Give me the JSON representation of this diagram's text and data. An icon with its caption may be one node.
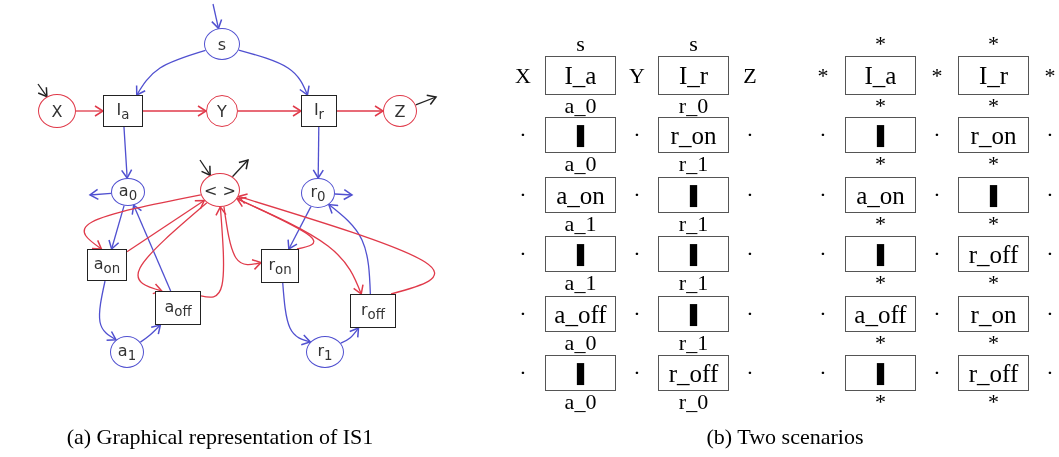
{
  "diagram": {
    "nodes": [
      {
        "text": [
          "s"
        ]
      },
      {
        "text": [
          "X"
        ]
      },
      {
        "text": [
          "I$_{a}$"
        ]
      },
      {
        "text": [
          "Y"
        ]
      },
      {
        "text": [
          "I$_{r}$"
        ]
      },
      {
        "text": [
          "Z"
        ]
      },
      {
        "text": [
          "a$_{0}$"
        ]
      },
      {
        "text": [
          "< >"
        ]
      },
      {
        "text": [
          "r$_{0}$"
        ]
      },
      {
        "text": [
          "a$_{on}$"
        ]
      },
      {
        "text": [
          "a$_{off}$"
        ]
      },
      {
        "text": [
          "r$_{on}$"
        ]
      },
      {
        "text": [
          "r$_{off}$"
        ]
      },
      {
        "text": [
          "a$_{1}$"
        ]
      },
      {
        "text": [
          "r$_{1}$"
        ]
      },
      {
        "text": [
          "I_a"
        ]
      },
      {
        "text": [
          "I_r"
        ]
      },
      {
        "text": [
          "❚"
        ]
      },
      {
        "text": [
          "r_on"
        ]
      },
      {
        "text": [
          "a_on"
        ]
      },
      {
        "text": [
          "❚"
        ]
      },
      {
        "text": [
          "❚"
        ]
      },
      {
        "text": [
          "❚"
        ]
      },
      {
        "text": [
          "a_off"
        ]
      },
      {
        "text": [
          "❚"
        ]
      },
      {
        "text": [
          "❚"
        ]
      },
      {
        "text": [
          "r_off"
        ]
      },
      {
        "text": [
          "I_a"
        ]
      },
      {
        "text": [
          "I_r"
        ]
      },
      {
        "text": [
          "❚"
        ]
      },
      {
        "text": [
          "r_on"
        ]
      },
      {
        "text": [
          "a_on"
        ]
      },
      {
        "text": [
          "❚"
        ]
      },
      {
        "text": [
          "❚"
        ]
      },
      {
        "text": [
          "r_off"
        ]
      },
      {
        "text": [
          "a_off"
        ]
      },
      {
        "text": [
          "r_on"
        ]
      },
      {
        "text": [
          "❚"
        ]
      },
      {
        "text": [
          "r_off"
        ]
      }
    ],
    "edges": [
      {
        "from": null,
        "to": 0,
        "arrow": "to"
      },
      {
        "from": 0,
        "to": 2,
        "arrow": "to"
      },
      {
        "from": 0,
        "to": 4,
        "arrow": "to"
      },
      {
        "from": null,
        "to": 1,
        "arrow": "to",
        "color": "#222222"
      },
      {
        "from": 1,
        "to": 2,
        "arrow": "to",
        "color": "#e03a4a"
      },
      {
        "from": 2,
        "to": 3,
        "arrow": "to",
        "color": "#e03a4a"
      },
      {
        "from": 3,
        "to": 4,
        "arrow": "to",
        "color": "#e03a4a"
      },
      {
        "from": 4,
        "to": 5,
        "arrow": "to",
        "color": "#e03a4a"
      },
      {
        "from": 5,
        "to": null,
        "arrow": "to",
        "color": "#222222"
      },
      {
        "from": 2,
        "to": 6,
        "arrow": "to"
      },
      {
        "from": 4,
        "to": 8,
        "arrow": "to"
      },
      {
        "from": 6,
        "to": null,
        "arrow": "to"
      },
      {
        "from": 8,
        "to": null,
        "arrow": "to"
      },
      {
        "from": null,
        "to": 7,
        "arrow": "to",
        "color": "#222222"
      },
      {
        "from": 7,
        "to": null,
        "arrow": "to",
        "color": "#222222"
      },
      {
        "from": 6,
        "to": 9,
        "arrow": "to"
      },
      {
        "from": 9,
        "to": 13,
        "arrow": "to"
      },
      {
        "from": 13,
        "to": 10,
        "arrow": "to"
      },
      {
        "from": 10,
        "to": 6,
        "arrow": "to"
      },
      {
        "from": 8,
        "to": 11,
        "arrow": "to"
      },
      {
        "from": 11,
        "to": 14,
        "arrow": "to"
      },
      {
        "from": 14,
        "to": 12,
        "arrow": "to"
      },
      {
        "from": 12,
        "to": 8,
        "arrow": "to"
      },
      {
        "from": 7,
        "to": 9,
        "arrow": "to",
        "color": "#e03a4a"
      },
      {
        "from": 9,
        "to": 7,
        "arrow": "to",
        "color": "#e03a4a"
      },
      {
        "from": 7,
        "to": 10,
        "arrow": "to",
        "color": "#e03a4a"
      },
      {
        "from": 10,
        "to": 7,
        "arrow": "to",
        "color": "#e03a4a"
      },
      {
        "from": 7,
        "to": 11,
        "arrow": "to",
        "color": "#e03a4a"
      },
      {
        "from": 11,
        "to": 7,
        "arrow": "to",
        "color": "#e03a4a"
      },
      {
        "from": 7,
        "to": 12,
        "arrow": "to",
        "color": "#e03a4a"
      },
      {
        "from": 12,
        "to": 7,
        "arrow": "to",
        "color": "#e03a4a"
      }
    ],
    "labels": [
      "s",
      "s",
      "X",
      "Y",
      "Z",
      "a_0",
      "r_0",
      "·",
      "·",
      "·",
      "a_0",
      "r_1",
      "·",
      "·",
      "·",
      "a_1",
      "r_1",
      "·",
      "·",
      "·",
      "a_1",
      "r_1",
      "·",
      "·",
      "·",
      "a_0",
      "r_1",
      "·",
      "·",
      "·",
      "a_0",
      "r_0",
      "*",
      "*",
      "*",
      "*",
      "*",
      "*",
      "*",
      "·",
      "·",
      "·",
      "*",
      "*",
      "·",
      "·",
      "·",
      "*",
      "*",
      "·",
      "·",
      "·",
      "*",
      "*",
      "·",
      "·",
      "·",
      "*",
      "*",
      "·",
      "·",
      "·",
      "*",
      "*",
      "(a) Graphical representation of IS1",
      "(b) Two scenarios"
    ]
  }
}
